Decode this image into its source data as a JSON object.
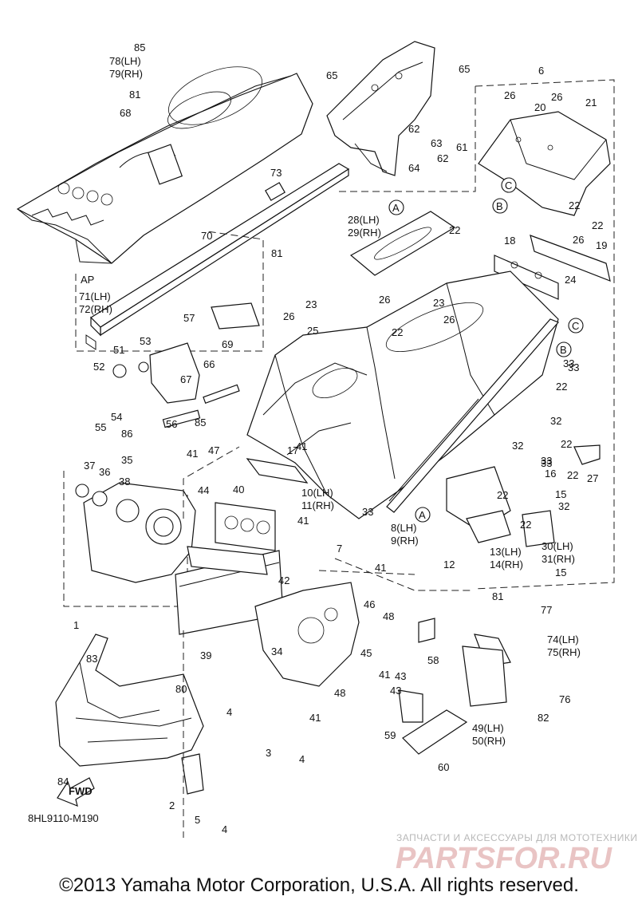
{
  "diagram": {
    "code": "8HL9110-M190",
    "front_arrow": "FWD",
    "assembly_tag": "AP",
    "circled": [
      "A",
      "B",
      "C"
    ]
  },
  "callouts": [
    "1",
    "2",
    "3",
    "4",
    "4",
    "4",
    "5",
    "6",
    "7",
    "8(LH)",
    "9(RH)",
    "10(LH)",
    "11(RH)",
    "12",
    "13(LH)",
    "14(RH)",
    "15",
    "15",
    "16",
    "17",
    "18",
    "19",
    "20",
    "21",
    "22",
    "22",
    "22",
    "22",
    "22",
    "22",
    "22",
    "22",
    "22",
    "23",
    "23",
    "24",
    "25",
    "26",
    "26",
    "26",
    "26",
    "26",
    "26",
    "27",
    "28(LH)",
    "29(RH)",
    "30(LH)",
    "31(RH)",
    "32",
    "32",
    "32",
    "33",
    "33",
    "33",
    "33",
    "33",
    "34",
    "35",
    "36",
    "37",
    "38",
    "39",
    "40",
    "41",
    "41",
    "41",
    "41",
    "41",
    "41",
    "42",
    "43",
    "43",
    "44",
    "45",
    "46",
    "47",
    "48",
    "48",
    "49(LH)",
    "50(RH)",
    "51",
    "52",
    "53",
    "54",
    "55",
    "56",
    "57",
    "58",
    "59",
    "60",
    "61",
    "62",
    "62",
    "63",
    "64",
    "65",
    "65",
    "66",
    "67",
    "68",
    "69",
    "70",
    "71(LH)",
    "72(RH)",
    "73",
    "74(LH)",
    "75(RH)",
    "76",
    "77",
    "78(LH)",
    "79(RH)",
    "80",
    "81",
    "81",
    "81",
    "82",
    "83",
    "84",
    "85",
    "85",
    "86"
  ],
  "watermark": {
    "tagline": "ЗАПЧАСТИ И АКСЕССУАРЫ ДЛЯ МОТОТЕХНИКИ",
    "brand": "PARTSFOR.RU"
  },
  "copyright": "©2013 Yamaha Motor Corporation, U.S.A. All rights reserved.",
  "colors": {
    "line": "#111111",
    "watermark": "#e9c4c4",
    "background": "#ffffff"
  }
}
